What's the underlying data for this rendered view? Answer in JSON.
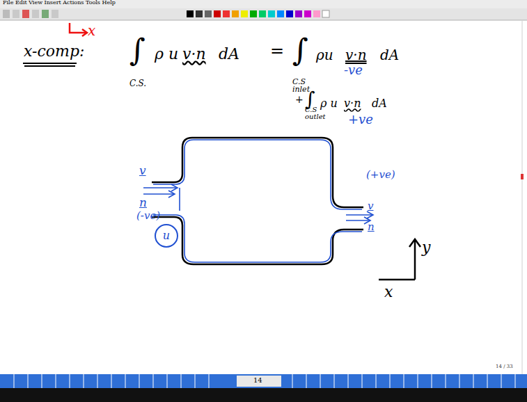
{
  "diagram": {
    "nodes": [
      {
        "text": [
          "u"
        ]
      }
    ],
    "labels": [
      "File Edit View Insert Actions Tools Help",
      "x",
      "x-comp:",
      "∫",
      "C.S.",
      "ρ u",
      "v·n",
      "dA",
      "=",
      "∫",
      "C.S",
      "inlet",
      "ρu",
      "v·n",
      "dA",
      "-ve",
      "+",
      "∫",
      "C.S",
      "outlet",
      "ρ u",
      "v·n",
      "dA",
      "+ve",
      "v",
      "n",
      "(-ve)",
      "v",
      "n",
      "(+ve)",
      "y",
      "x",
      "14",
      "14 / 33"
    ]
  }
}
